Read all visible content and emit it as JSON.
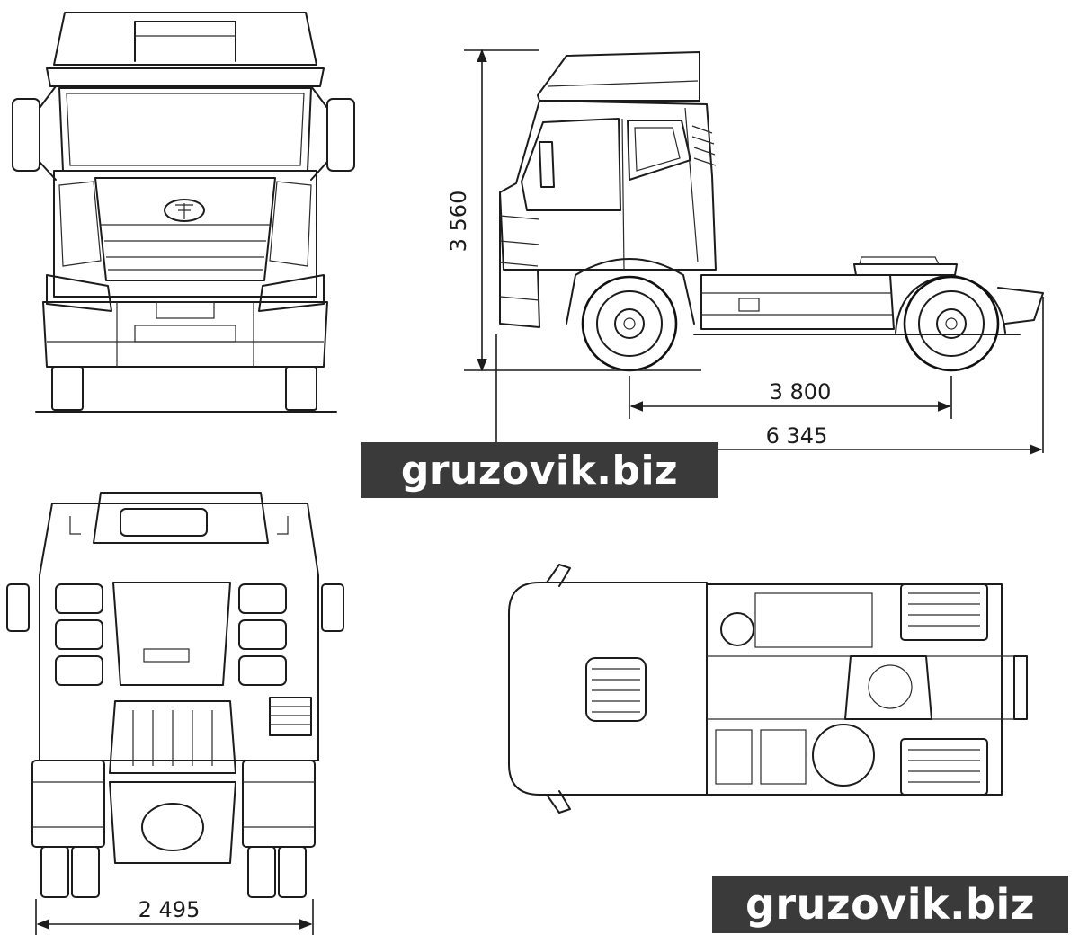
{
  "dimensions": {
    "height": "3 560",
    "wheelbase": "3 800",
    "overall_length": "6 345",
    "width": "2 495"
  },
  "watermark": {
    "text": "gruzovik.biz"
  },
  "colors": {
    "line": "#1c1c1c",
    "watermark_bg": "#3a3a3a",
    "watermark_text": "#ffffff"
  }
}
